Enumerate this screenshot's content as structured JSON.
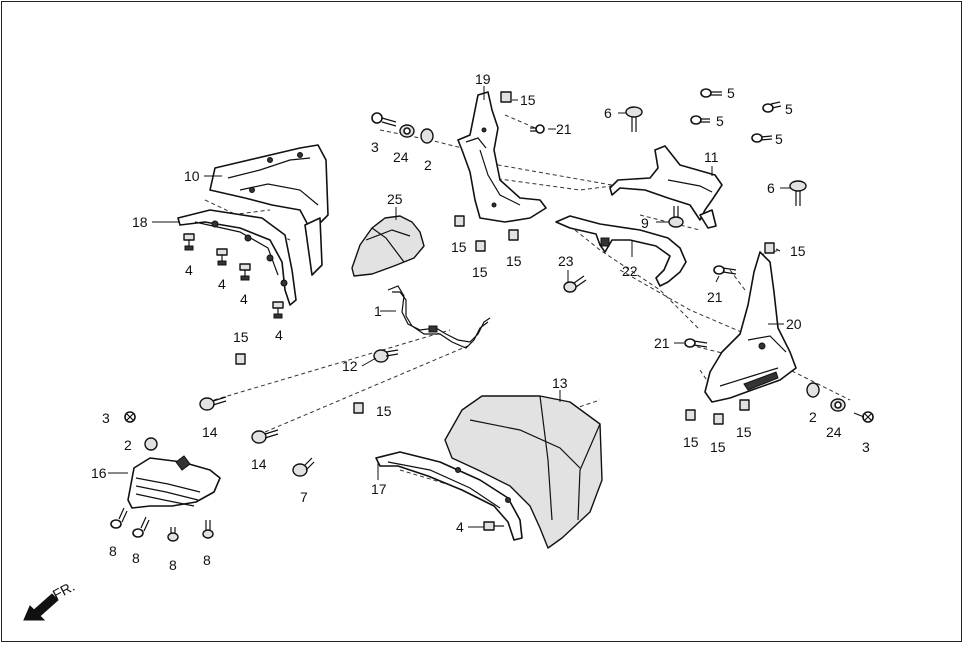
{
  "direction_label": "FR.",
  "callouts": {
    "c1": "1",
    "c2a": "2",
    "c2b": "2",
    "c2c": "2",
    "c3a": "3",
    "c3b": "3",
    "c3c": "3",
    "c4a": "4",
    "c4b": "4",
    "c4c": "4",
    "c4d": "4",
    "c4e": "4",
    "c5a": "5",
    "c5b": "5",
    "c5c": "5",
    "c5d": "5",
    "c6a": "6",
    "c6b": "6",
    "c7": "7",
    "c8a": "8",
    "c8b": "8",
    "c8c": "8",
    "c8d": "8",
    "c9": "9",
    "c10": "10",
    "c11": "11",
    "c12": "12",
    "c13": "13",
    "c14a": "14",
    "c14b": "14",
    "c15a": "15",
    "c15b": "15",
    "c15c": "15",
    "c15d": "15",
    "c15e": "15",
    "c15f": "15",
    "c15g": "15",
    "c15h": "15",
    "c15i": "15",
    "c15j": "15",
    "c16": "16",
    "c17": "17",
    "c18": "18",
    "c19": "19",
    "c20": "20",
    "c21a": "21",
    "c21b": "21",
    "c21c": "21",
    "c22": "22",
    "c23": "23",
    "c24a": "24",
    "c24b": "24",
    "c25": "25"
  }
}
